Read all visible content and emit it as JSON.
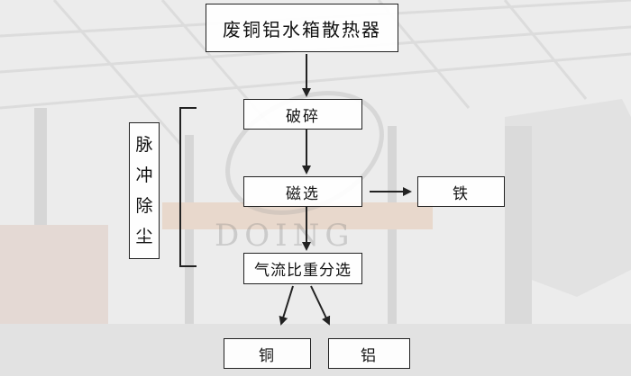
{
  "title_box": "废铜铝水箱散热器",
  "steps": {
    "crush": "破碎",
    "magnetic": "磁选",
    "iron": "铁",
    "airflow": "气流比重分选",
    "copper": "铜",
    "aluminum": "铝"
  },
  "dust": [
    "脉",
    "冲",
    "除",
    "尘"
  ],
  "watermark": "DOING"
}
